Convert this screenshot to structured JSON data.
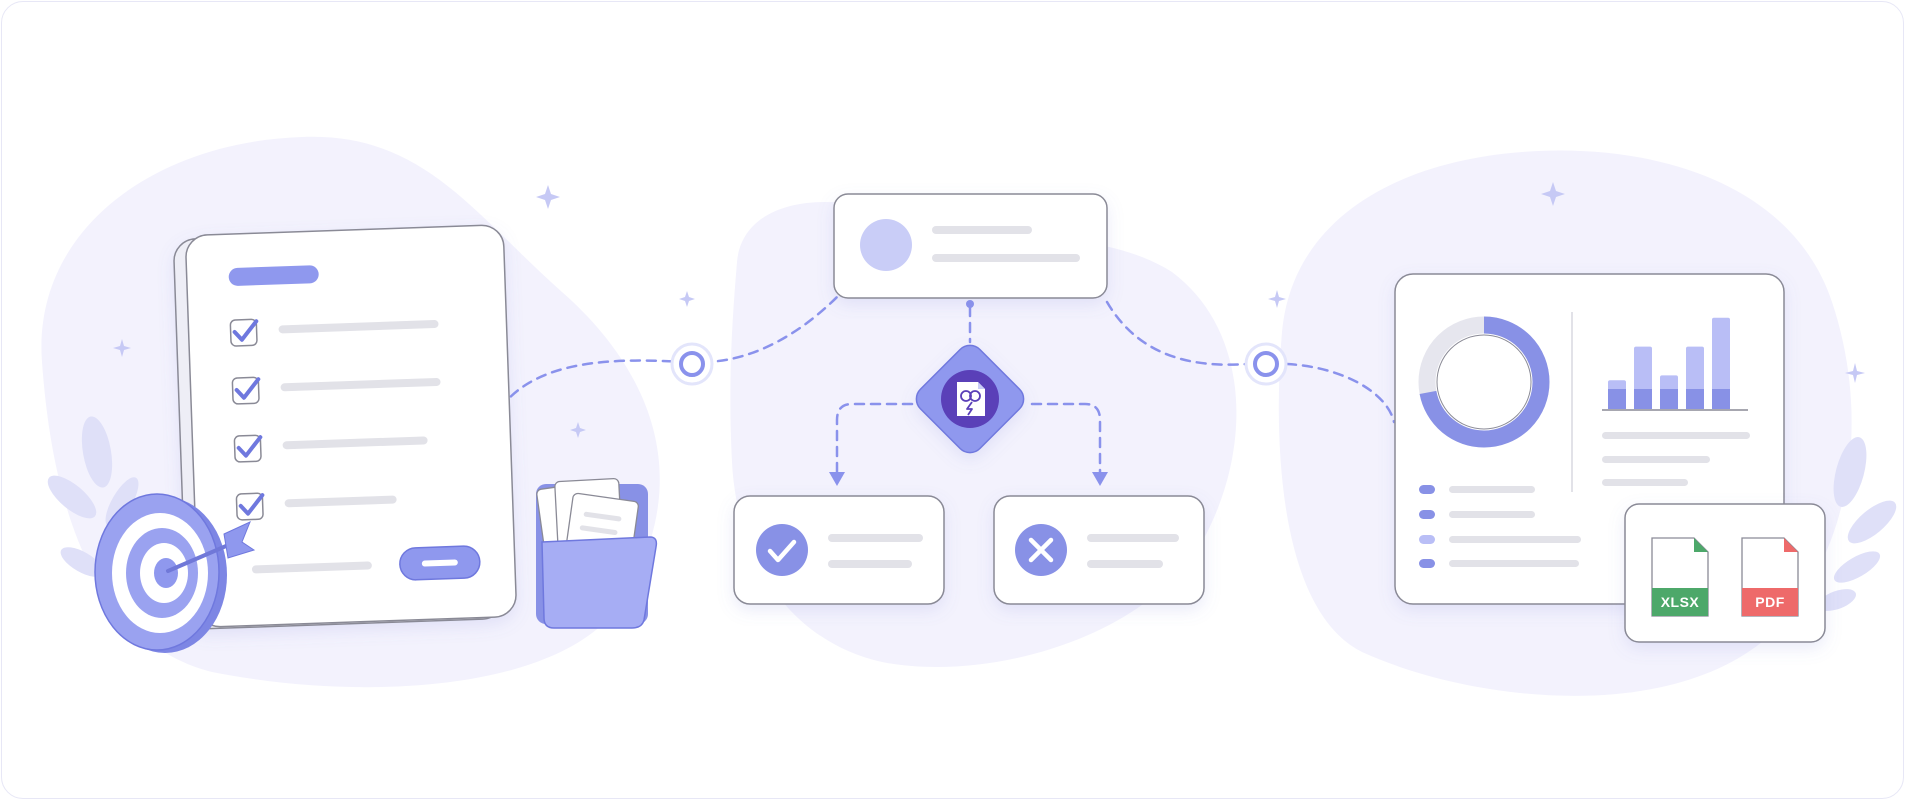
{
  "colors": {
    "accent": "#8892ec",
    "accent_dark": "#6f78de",
    "accent_light": "#c9cdf7",
    "deep_purple": "#5a3fb8",
    "blob": "#f3f2fd",
    "card_border": "#8a8a96",
    "placeholder_line": "#e2e2e8",
    "xlsx_green": "#4ea86a",
    "pdf_red": "#ee6b6b"
  },
  "icons": {
    "decision": "brain-document-icon",
    "approve": "check-icon",
    "reject": "close-icon",
    "goal": "target-icon",
    "files": "folder-icon"
  },
  "exports": {
    "xlsx_label": "XLSX",
    "pdf_label": "PDF"
  },
  "donut": {
    "completed_fraction": 0.72
  },
  "bars": [
    0.3,
    0.65,
    0.35,
    0.65,
    0.95
  ]
}
